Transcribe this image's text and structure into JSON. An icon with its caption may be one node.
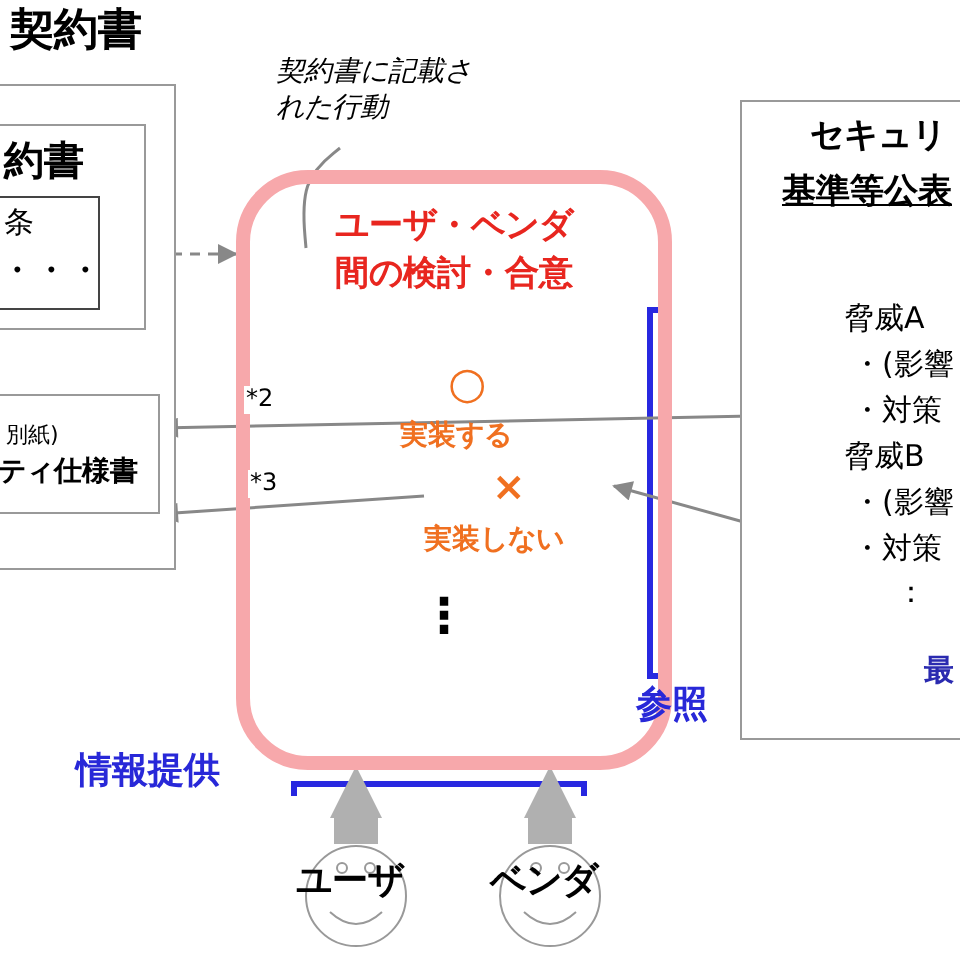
{
  "diagram": {
    "nodes": [
      {
        "text": [
          "契約書"
        ]
      },
      {
        "text": [
          "約書"
        ],
        "in": 0
      },
      {
        "text": [
          "条",
          "・・・"
        ],
        "in": 1
      },
      {
        "text": [
          "別紙)",
          "ティ仕様書"
        ],
        "in": 0
      },
      {
        "text": [
          "契約書に記載された行動"
        ]
      },
      {
        "text": [
          "ユーザ・ベンダ間の検討・合意"
        ]
      },
      {
        "text": [
          "○",
          "実装する"
        ],
        "in": 5
      },
      {
        "text": [
          "×",
          "実装しない"
        ],
        "in": 5
      },
      {
        "text": [
          "セキュリ",
          "基準等公表"
        ]
      },
      {
        "text": [
          "脅威A"
        ],
        "in": 8
      },
      {
        "text": [
          "・(影響"
        ],
        "in": 8
      },
      {
        "text": [
          "・対策"
        ],
        "in": 8
      },
      {
        "text": [
          "脅威B"
        ],
        "in": 8
      },
      {
        "text": [
          "・(影響"
        ],
        "in": 8
      },
      {
        "text": [
          "・対策"
        ],
        "in": 8
      },
      {
        "text": [
          "："
        ],
        "in": 8
      },
      {
        "text": [
          "最"
        ],
        "in": 8
      },
      {
        "text": [
          "ユーザ"
        ]
      },
      {
        "text": [
          "ベンダ"
        ]
      }
    ],
    "edges": [
      {
        "from": 2,
        "to": 5,
        "arrow": "to",
        "style": "dashed"
      },
      {
        "from": 4,
        "to": null,
        "arrow": "none"
      },
      {
        "from": 11,
        "to": 3,
        "arrow": "to",
        "label": "*2"
      },
      {
        "from": 7,
        "to": 3,
        "arrow": "to",
        "label": "*3"
      },
      {
        "from": 14,
        "to": 7,
        "arrow": "to"
      },
      {
        "from": 17,
        "to": 5,
        "arrow": "to",
        "style": "thick",
        "color": "#b0b0b0"
      },
      {
        "from": 18,
        "to": 5,
        "arrow": "to",
        "style": "thick",
        "color": "#b0b0b0"
      }
    ],
    "labels": [
      "⋮",
      "参照",
      "情報提供"
    ]
  }
}
